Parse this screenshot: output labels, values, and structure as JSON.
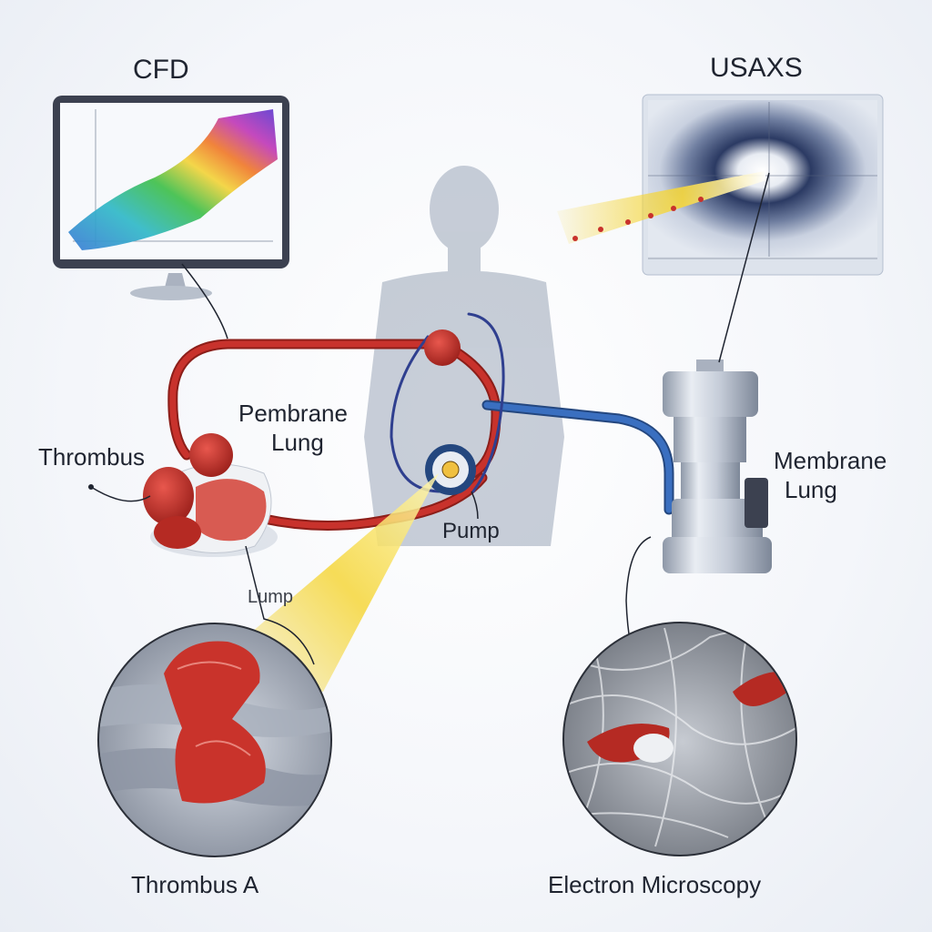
{
  "labels": {
    "cfd": "CFD",
    "usaxs": "USAXS",
    "membrane_lung_left_line1": "Pembrane",
    "membrane_lung_left_line2": "Lung",
    "thrombus": "Thrombus",
    "pump": "Pump",
    "lump": "Lump",
    "membrane_lung_right_line1": "Membrane",
    "membrane_lung_right_line2": "Lung",
    "thrombus_a": "Thrombus A",
    "electron_microscopy": "Electron Microscopy"
  },
  "colors": {
    "tubing_red": "#c8322c",
    "tubing_blue": "#3a6fc0",
    "silhouette": "#9aa6b8",
    "beam_yellow": "#f5d63a",
    "text": "#1f2430"
  },
  "icons": [
    "cfd-monitor",
    "usaxs-detector-panel",
    "human-silhouette",
    "membrane-lung-device",
    "centrifugal-pump",
    "thrombus-clot",
    "microscope-device",
    "thrombus-magnified-circle",
    "electron-microscopy-circle"
  ]
}
